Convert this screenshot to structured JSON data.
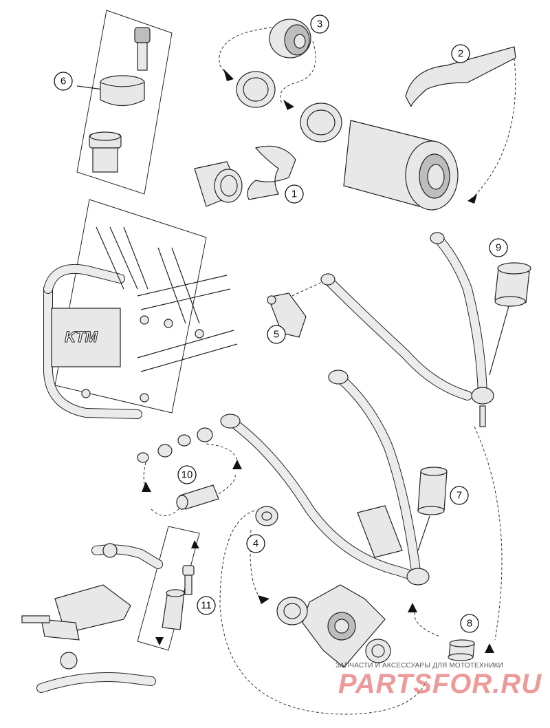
{
  "callouts": [
    {
      "id": "1",
      "label": "1"
    },
    {
      "id": "2",
      "label": "2"
    },
    {
      "id": "3",
      "label": "3"
    },
    {
      "id": "4",
      "label": "4"
    },
    {
      "id": "5",
      "label": "5"
    },
    {
      "id": "6",
      "label": "6"
    },
    {
      "id": "7",
      "label": "7"
    },
    {
      "id": "8",
      "label": "8"
    },
    {
      "id": "9",
      "label": "9"
    },
    {
      "id": "10",
      "label": "10"
    },
    {
      "id": "11",
      "label": "11"
    }
  ],
  "frame_logo_text": "KTM",
  "watermark": {
    "caption": "ЗАПЧАСТИ И АКСЕССУАРЫ ДЛЯ МОТОТЕХНИКИ",
    "logo": "PARTSFOR.RU"
  }
}
